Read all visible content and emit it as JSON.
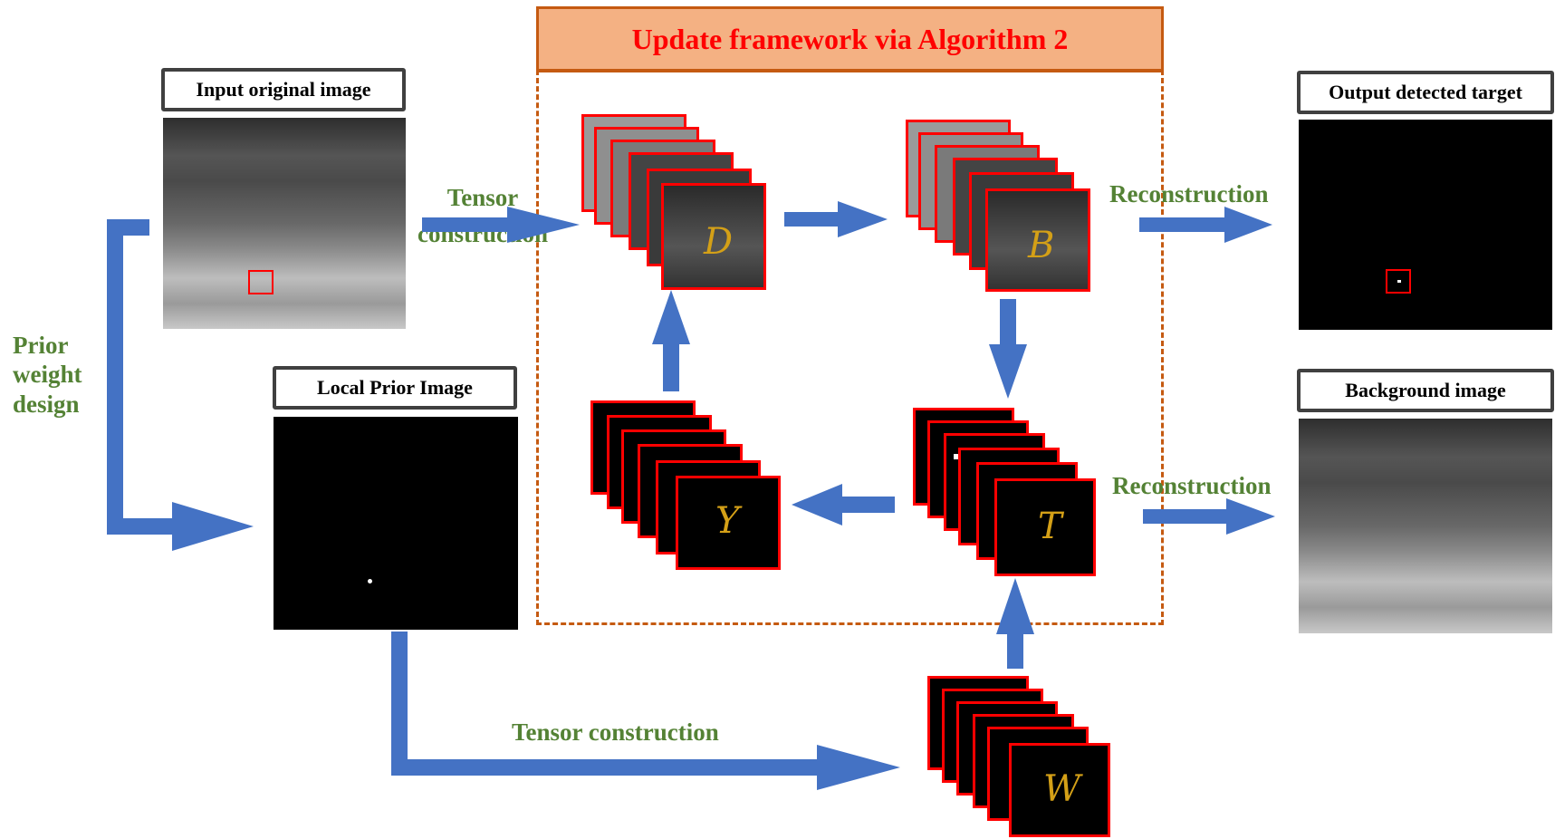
{
  "header": {
    "title": "Update framework via Algorithm 2"
  },
  "labels": {
    "input_image": "Input original image",
    "local_prior": "Local Prior Image",
    "output_target": "Output detected target",
    "background": "Background image"
  },
  "steps": {
    "tensor_construction_top_1": "Tensor",
    "tensor_construction_top_2": "construction",
    "tensor_construction_bottom": "Tensor construction",
    "reconstruction_top": "Reconstruction",
    "reconstruction_bottom": "Reconstruction",
    "prior_1": "Prior",
    "prior_2": "weight",
    "prior_3": "design"
  },
  "tensors": {
    "D": "D",
    "B": "B",
    "T": "T",
    "Y": "Y",
    "W": "W"
  },
  "colors": {
    "arrow": "#4472c4",
    "label_text": "#548235",
    "header_bg": "#f4b183",
    "header_text": "#ff0000",
    "frame": "#c55a11",
    "slice_border": "#ff0000",
    "symbol": "#d4a017"
  }
}
